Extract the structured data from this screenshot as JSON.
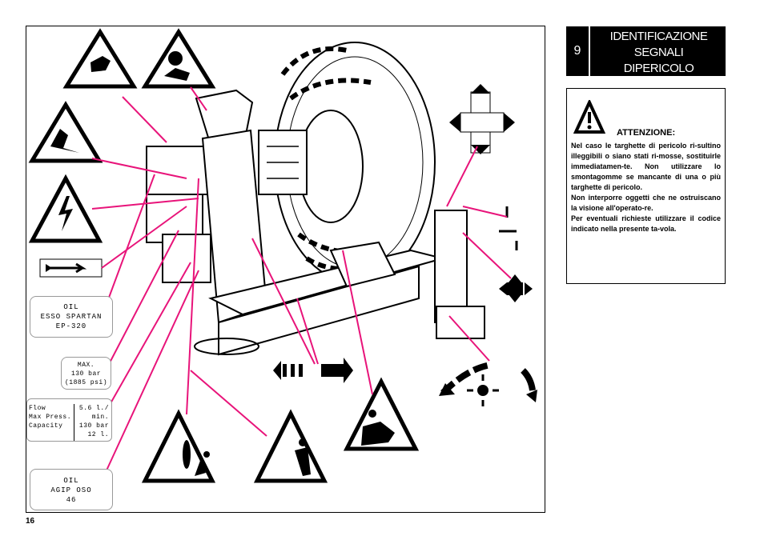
{
  "page": {
    "number": "16"
  },
  "section": {
    "number": "9",
    "title_lines": [
      "IDENTIFICAZIONE",
      "SEGNALI",
      "DIPERICOLO"
    ]
  },
  "warning": {
    "heading": "ATTENZIONE:",
    "paragraphs": [
      "Nel caso le targhette di pericolo ri-sultino illeggibili o siano stati ri-mosse, sostituirle immediatamen-te. Non utilizzare lo smontagomme se mancante di una o più targhette di pericolo.",
      "Non interporre oggetti che ne ostruiscano la visione all'operato-re.",
      "Per eventuali richieste utilizzare il codice indicato nella presente ta-vola."
    ]
  },
  "labels": {
    "oil_esso": [
      "OIL",
      "ESSO SPARTAN",
      "EP-320"
    ],
    "max_pressure": [
      "MAX.",
      "130 bar",
      "(1885 psi)"
    ],
    "flow_table": {
      "keys": [
        "Flow",
        "Max Press.",
        "Capacity"
      ],
      "values": [
        "5.6 l./ min.",
        "130 bar",
        "12 l."
      ]
    },
    "oil_agip": [
      "OIL",
      "AGIP OSO",
      "46"
    ]
  },
  "colors": {
    "leader_lines": "#e8147a",
    "header_bg": "#000000"
  },
  "icons": [
    "warning-triangle-icon",
    "electric-hazard-icon",
    "arrow-right-icon",
    "rotation-arrows-icon",
    "control-directions-icon"
  ]
}
